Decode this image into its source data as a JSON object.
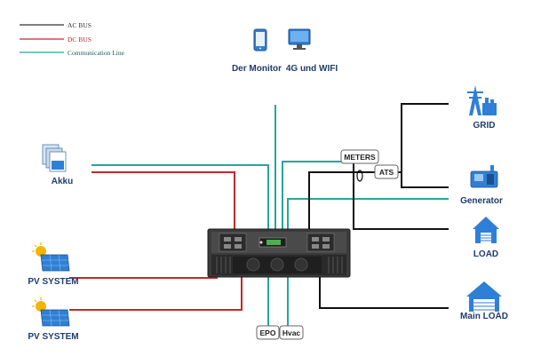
{
  "legend": {
    "ac": {
      "label": "AC BUS",
      "color": "#333333"
    },
    "dc": {
      "label": "DC BUS",
      "color": "#c62828"
    },
    "comm": {
      "label": "Communication Line",
      "color": "#26a69a"
    }
  },
  "top": {
    "monitor_label": "Der Monitor",
    "wifi_label": "4G und WIFI"
  },
  "left": {
    "akku_label": "Akku",
    "pv1_label": "PV SYSTEM",
    "pv2_label": "PV SYSTEM"
  },
  "right": {
    "grid_label": "GRID",
    "generator_label": "Generator",
    "load_label": "LOAD",
    "main_load_label": "Main LOAD"
  },
  "boxes": {
    "meters": "METERS",
    "ats": "ATS",
    "epo": "EPO",
    "hvac": "Hvac"
  },
  "colors": {
    "label": "#1f3c6e",
    "device": "#3a3a3a",
    "icon_blue": "#2f7fd6"
  }
}
